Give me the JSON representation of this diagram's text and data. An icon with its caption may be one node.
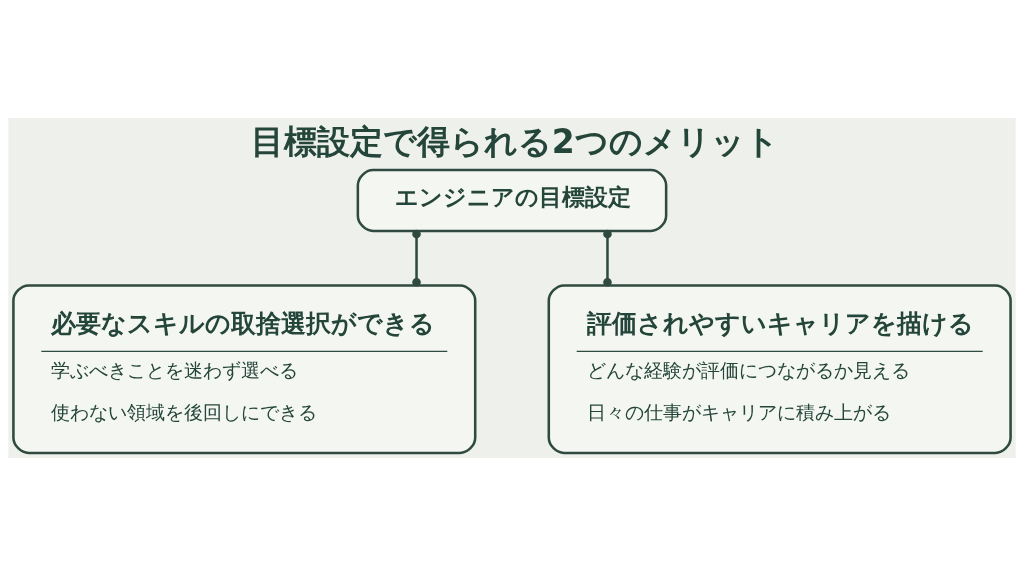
{
  "diagram": {
    "title": "目標設定で得られる2つのメリット",
    "nodes": [
      {
        "text": [
          "エンジニアの目標設定"
        ]
      },
      {
        "text": [
          "必要なスキルの取捨選択ができる",
          "学ぶべきことを迷わず選べる",
          "使わない領域を後回しにできる"
        ]
      },
      {
        "text": [
          "評価されやすいキャリアを描ける",
          "どんな経験が評価につながるか見える",
          "日々の仕事がキャリアに積み上がる"
        ]
      }
    ],
    "edges": [
      {
        "from": 0,
        "to": 1,
        "arrow": "other"
      },
      {
        "from": 0,
        "to": 2,
        "arrow": "other"
      }
    ]
  }
}
